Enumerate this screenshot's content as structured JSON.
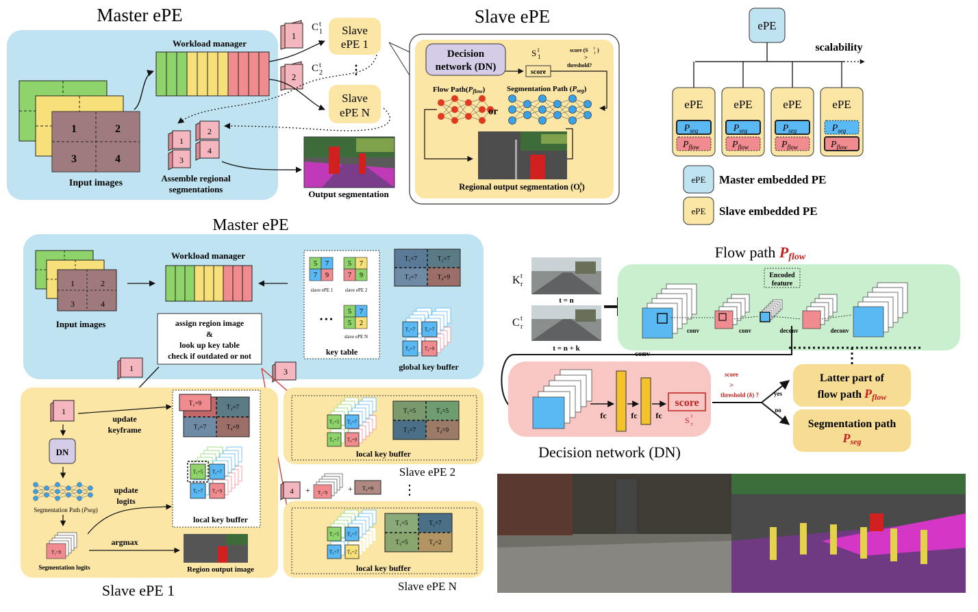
{
  "colors": {
    "master_bg": "#bfe3f1",
    "slave_bg": "#fbe6a6",
    "flow_bg": "#c9efcf",
    "dn_bg": "#f8c7c4",
    "green": "#8fd46b",
    "yellow": "#f7e07a",
    "red": "#f08b8f",
    "blue": "#5ab8f2",
    "pink": "#f5b7bf",
    "dn_box": "#d5cde8",
    "neuron_red": "#e03a1f",
    "neuron_blue": "#3aa0e8",
    "accent_red": "#c0201e"
  },
  "top_left": {
    "title": "Master ePE",
    "workload_manager": "Workload manager",
    "input_images": "Input images",
    "quadrants": [
      "1",
      "2",
      "3",
      "4"
    ],
    "c1": "C",
    "c1_sup": "t",
    "c1_sub": "1",
    "c2": "C",
    "c2_sup": "t",
    "c2_sub": "2",
    "packet1": "1",
    "packet2": "2",
    "slave1_line1": "Slave",
    "slave1_line2": "ePE 1",
    "slaveN_line1": "Slave",
    "slaveN_line2": "ePE N",
    "dots": "⋮",
    "assemble_line1": "Assemble regional",
    "assemble_line2": "segmentations",
    "output_segmentation": "Output segmentation"
  },
  "top_mid": {
    "title": "Slave ePE",
    "dn_line1": "Decision",
    "dn_line2": "network (DN)",
    "s_label": "S",
    "s_sup": "t",
    "s_sub": "1",
    "score": "score",
    "condition_line1": "score (S",
    "condition_sup": "t",
    "condition_sub": "1",
    "condition_close": ")",
    "condition_gt": ">",
    "condition_line3": "threshold?",
    "flow_path": "Flow Path(",
    "flow_path_sym": "P",
    "flow_path_sub": "flow",
    "flow_path_close": ")",
    "or": "or",
    "seg_path": "Segmentation Path (",
    "seg_path_sym": "P",
    "seg_path_sub": "seg",
    "seg_path_close": ")",
    "regional_output": "Regional output segmentation (O",
    "regional_sup": "t",
    "regional_sub": "1",
    "regional_close": ")"
  },
  "top_right": {
    "root": "ePE",
    "scalability": "scalability",
    "nodes": [
      {
        "title": "ePE",
        "seg": "seg",
        "flow": "flow"
      },
      {
        "title": "ePE",
        "seg": "seg",
        "flow": "flow"
      },
      {
        "title": "ePE",
        "seg": "seg",
        "flow": "flow"
      },
      {
        "title": "ePE",
        "seg": "seg",
        "flow": "flow"
      }
    ],
    "p": "P",
    "legend": [
      {
        "box": "ePE",
        "label": "Master embedded PE"
      },
      {
        "box": "ePE",
        "label": "Slave embedded PE"
      }
    ]
  },
  "bottom_left": {
    "title": "Master ePE",
    "workload_manager": "Workload manager",
    "input_images": "Input images",
    "quadrants": [
      "1",
      "2",
      "3",
      "4"
    ],
    "assign_line1": "assign region image",
    "assign_line2": "&",
    "assign_line3": "look up key table",
    "assign_line4": "check if outdated or not",
    "key_table": "key table",
    "kt_cells": [
      {
        "vals": [
          "5",
          "7",
          "7",
          "9"
        ],
        "label": "slave ePE 1"
      },
      {
        "vals": [
          "5",
          "7",
          "7",
          "9"
        ],
        "label": "slave ePE 2"
      },
      {
        "vals": [
          "5",
          "7",
          "5",
          "2"
        ],
        "label": "slave ePE N"
      }
    ],
    "kt_dots": "• • •",
    "global_key_buffer": "global key buffer",
    "t_labels": [
      "T₁=7",
      "T₂=7",
      "T₃=7",
      "T₄=9"
    ],
    "gkb_cards": [
      "T₁=7",
      "T₂=7",
      "T₃=7",
      "T₄=9"
    ],
    "packet1": "1",
    "packet3": "3",
    "packet4": "4",
    "plus": "+",
    "slave1_title": "Slave ePE 1",
    "dn": "DN",
    "seg_path": "Segmentation Path (",
    "seg_path_sym": "Pseg",
    "seg_path_close": ")",
    "seg_logits": "Segmentation logits",
    "seg_logits_card": "T₁=9",
    "update_keyframe_1": "update",
    "update_keyframe_2": "keyframe",
    "update_logits_1": "update",
    "update_logits_2": "logits",
    "argmax": "argmax",
    "region_output_image": "Region output image",
    "lkb1_top": [
      "T₁=9",
      "T₂=7",
      "T₃=7",
      "T₄=9"
    ],
    "lkb1_cards": [
      "T₁=5",
      "T₂=7",
      "T₃=7",
      "T₄=9"
    ],
    "local_key_buffer": "local key buffer",
    "slave2_title": "Slave ePE 2",
    "slave2_cards": [
      "T₁=5",
      "T₂=7",
      "T₃=7",
      "T₄=9"
    ],
    "slave2_map": [
      "T₁=5",
      "T₂=5",
      "T₃=7",
      "T₄=9"
    ],
    "slaveN_title": "Slave ePE N",
    "slaveN_cards": [
      "T₁=5",
      "T₂=7",
      "T₃=7",
      "T₄=2"
    ],
    "slaveN_map": [
      "T₁=5",
      "T₂=7",
      "T₃=5",
      "T₄=2"
    ],
    "mid_card_a": "T₂=9",
    "mid_card_b": "T₄=9",
    "vdots": "⋮"
  },
  "bottom_right": {
    "flow_title": "Flow path ",
    "flow_title_sym": "P",
    "flow_title_sub": "flow",
    "kr": "K",
    "kr_sup": "t",
    "kr_sub": "r",
    "cr": "C",
    "cr_sup": "t",
    "cr_sub": "r",
    "t_n": "t = n",
    "t_nk": "t = n + k",
    "encoded_line1": "Encoded",
    "encoded_line2": "feature",
    "conv": "conv",
    "deconv": "deconv",
    "fc": "fc",
    "score": "score",
    "sr": "S",
    "sr_sup": "t",
    "sr_sub": "r",
    "cond_score": "score",
    "cond_gt": ">",
    "cond_thr": "threshold (δ) ?",
    "yes": "yes",
    "no": "no",
    "latter_line1": "Latter part of",
    "latter_line2": "flow path ",
    "latter_sym": "P",
    "latter_sub": "flow",
    "segpath_line1": "Segmentation path",
    "segpath_sym": "P",
    "segpath_sub": "seg",
    "dn_title": "Decision network (DN)"
  }
}
